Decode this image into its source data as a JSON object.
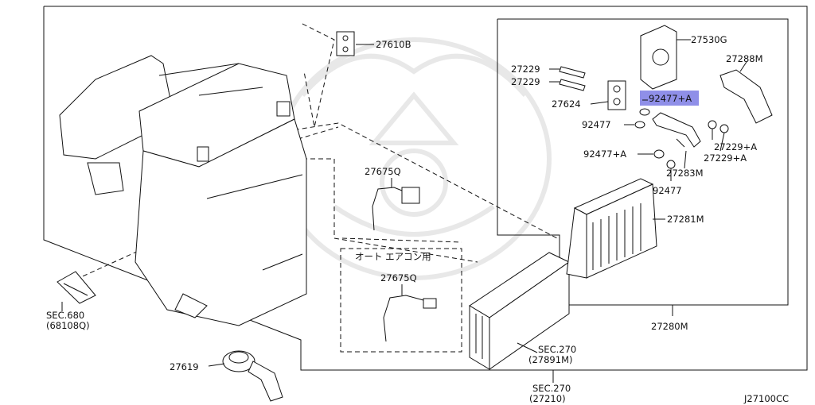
{
  "callouts": {
    "p27610b": "27610B",
    "p27530g": "27530G",
    "p27288m": "27288M",
    "p27229a": "27229",
    "p27229b": "27229",
    "p27624": "27624",
    "p92477a_hl": "92477+A",
    "p92477b": "92477",
    "p92477c": "92477+A",
    "p92477d": "92477",
    "p27229c": "27229+A",
    "p27229d": "27229+A",
    "p27283m": "27283M",
    "p27281m": "27281M",
    "p27280m": "27280M",
    "p27675q_top": "27675Q",
    "auto_ac_note": "オート エアコン用",
    "p27675q_box": "27675Q",
    "sec680_line1": "SEC.680",
    "sec680_line2": "(68108Q)",
    "p27619": "27619",
    "sec270a_line1": "SEC.270",
    "sec270a_line2": "(27891M)",
    "sec270b_line1": "SEC.270",
    "sec270b_line2": "(27210)",
    "diagram_code": "J27100CC"
  },
  "colors": {
    "line": "#111111",
    "highlight": "#8f8fe8",
    "watermark": "#e8e8e8"
  }
}
